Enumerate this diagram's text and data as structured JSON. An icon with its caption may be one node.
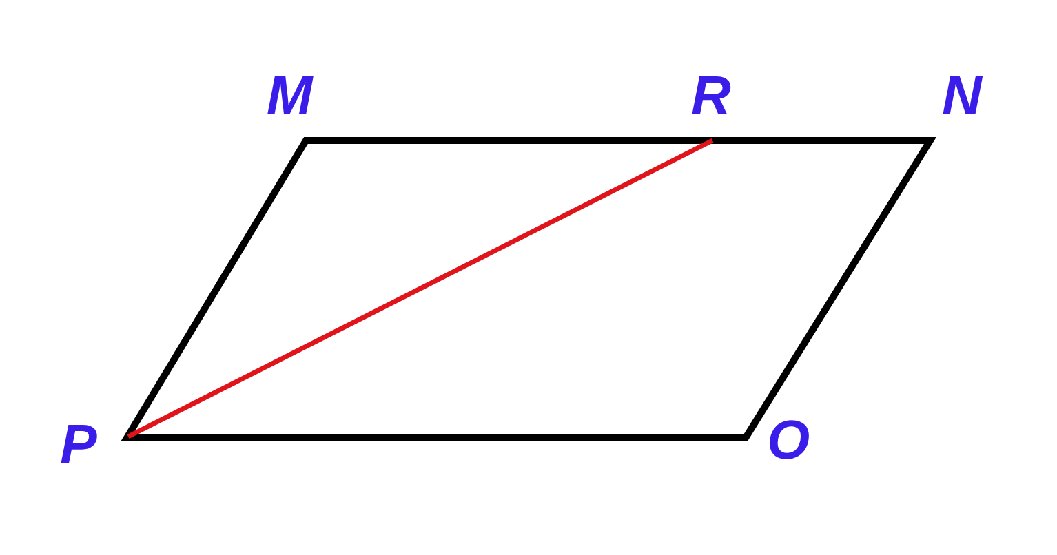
{
  "diagram": {
    "labels": [
      "M",
      "R",
      "N",
      "P",
      "O"
    ]
  }
}
